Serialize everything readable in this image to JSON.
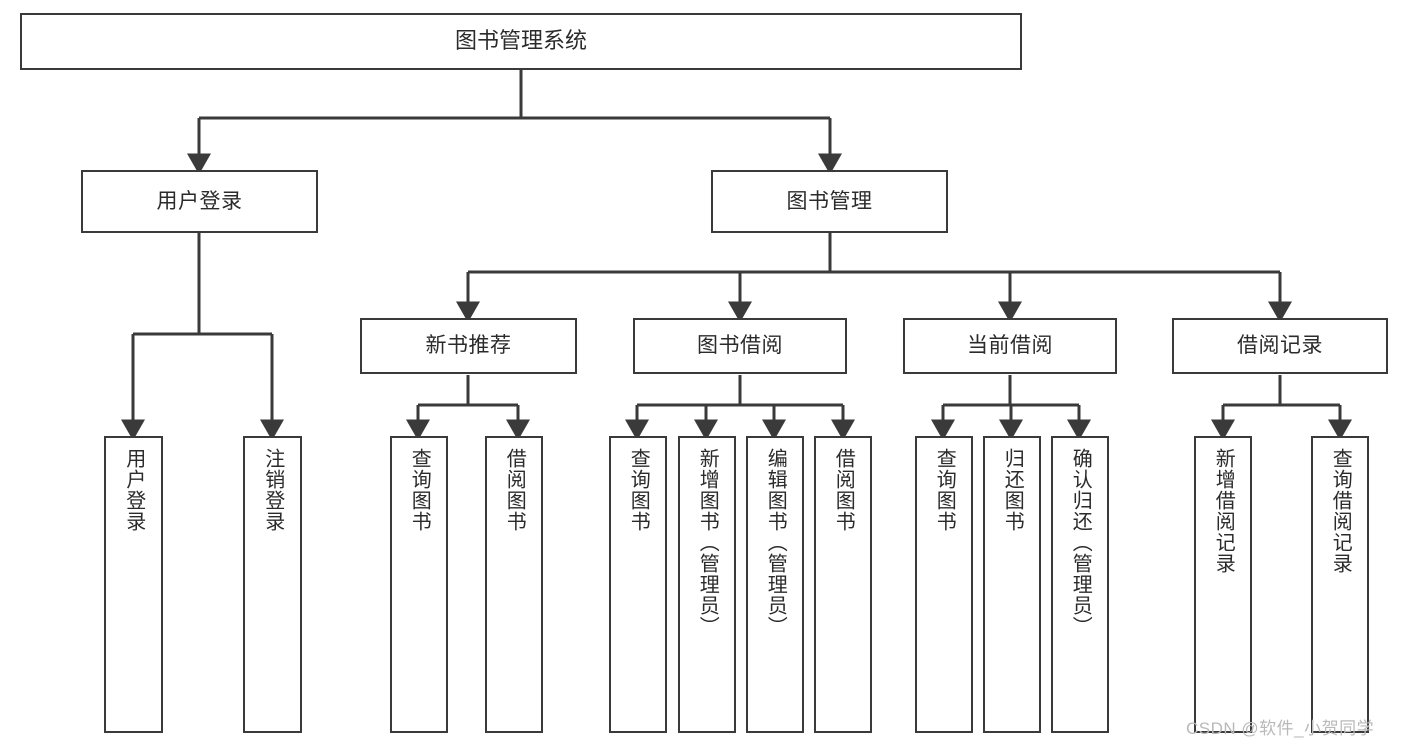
{
  "diagram": {
    "type": "tree-hierarchy",
    "title": "图书管理系统",
    "background_color": "#ffffff",
    "box_border_color": "#3a3a3a",
    "text_color": "#2b2b2b",
    "connector_color": "#3a3a3a",
    "watermark": "CSDN @软件_小贺同学",
    "nodes": {
      "root": {
        "label": "图书管理系统",
        "level": 0
      },
      "level1": [
        {
          "id": "user-login",
          "label": "用户登录"
        },
        {
          "id": "book-management",
          "label": "图书管理"
        }
      ],
      "level2": [
        {
          "id": "new-book-recommend",
          "label": "新书推荐",
          "parent": "book-management"
        },
        {
          "id": "book-borrow",
          "label": "图书借阅",
          "parent": "book-management"
        },
        {
          "id": "current-borrow",
          "label": "当前借阅",
          "parent": "book-management"
        },
        {
          "id": "borrow-record",
          "label": "借阅记录",
          "parent": "book-management"
        }
      ],
      "leaves": [
        {
          "id": "leaf-user-login",
          "label": "用户登录",
          "parent": "user-login"
        },
        {
          "id": "leaf-logout",
          "label": "注销登录",
          "parent": "user-login"
        },
        {
          "id": "leaf-query-book-1",
          "label": "查询图书",
          "parent": "new-book-recommend"
        },
        {
          "id": "leaf-borrow-book-1",
          "label": "借阅图书",
          "parent": "new-book-recommend"
        },
        {
          "id": "leaf-query-book-2",
          "label": "查询图书",
          "parent": "book-borrow"
        },
        {
          "id": "leaf-add-book",
          "label": "新增图书（管理员）",
          "parent": "book-borrow"
        },
        {
          "id": "leaf-edit-book",
          "label": "编辑图书（管理员）",
          "parent": "book-borrow"
        },
        {
          "id": "leaf-borrow-book-2",
          "label": "借阅图书",
          "parent": "book-borrow"
        },
        {
          "id": "leaf-query-book-3",
          "label": "查询图书",
          "parent": "current-borrow"
        },
        {
          "id": "leaf-return-book",
          "label": "归还图书",
          "parent": "current-borrow"
        },
        {
          "id": "leaf-confirm-return",
          "label": "确认归还（管理员）",
          "parent": "current-borrow"
        },
        {
          "id": "leaf-add-record",
          "label": "新增借阅记录",
          "parent": "borrow-record"
        },
        {
          "id": "leaf-query-record",
          "label": "查询借阅记录",
          "parent": "borrow-record"
        }
      ]
    }
  }
}
